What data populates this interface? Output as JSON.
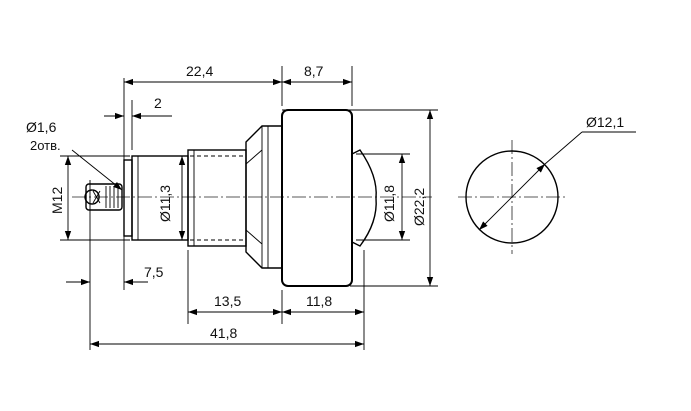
{
  "dimensions": {
    "overall_length": "41,8",
    "body_length": "22,4",
    "nut_width": "8,7",
    "pin_offset": "2",
    "hole_diameter": "Ø1,6",
    "hole_count": "2отв.",
    "thread": "M12",
    "thread_diameter": "Ø11,3",
    "terminal_length": "7,5",
    "hex_length": "13,5",
    "cap_length": "11,8",
    "cap_diameter": "Ø11,8",
    "nut_diameter": "Ø22,2",
    "end_view_diameter": "Ø12,1"
  }
}
